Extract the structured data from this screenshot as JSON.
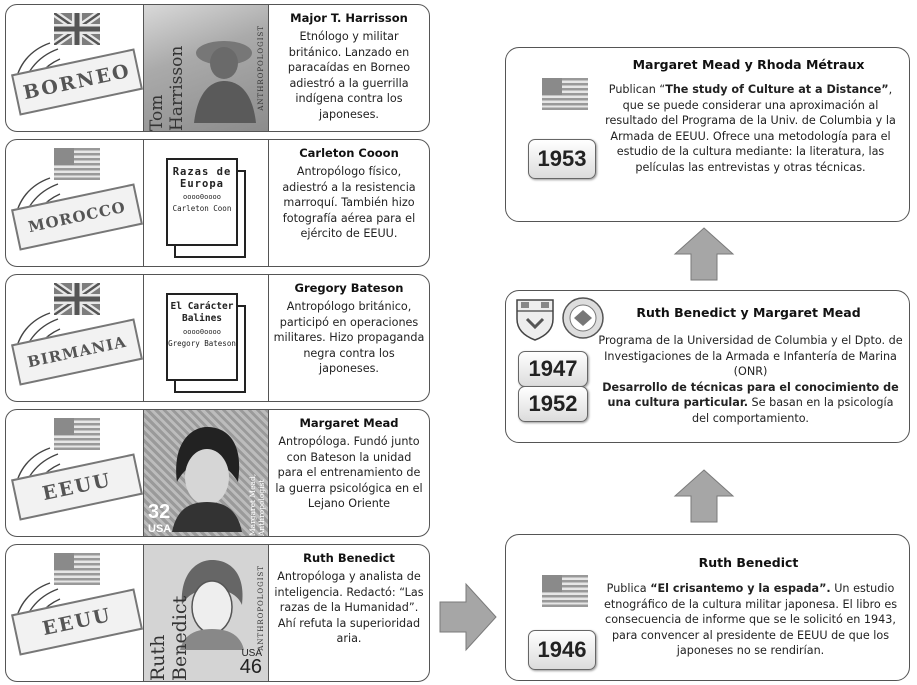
{
  "cards": [
    {
      "stamp": "BORNEO",
      "flag": "uk",
      "title": "Major T. Harrisson",
      "desc": "Etnólogo y militar británico. Lanzado en paracaídas en Borneo adiestró a la guerrilla indígena contra los japoneses.",
      "image_text": "Tom Harrisson",
      "image_sub": "ANTHROPOLOGIST"
    },
    {
      "stamp": "MOROCCO",
      "flag": "us",
      "title": "Carleton Cooon",
      "desc": "Antropólogo físico, adiestró a la resistencia marroquí. También hizo fotografía aérea para el ejército de EEUU.",
      "book": {
        "title": "Razas de Europa",
        "dots": "oooo0oooo",
        "author": "Carleton Coon"
      }
    },
    {
      "stamp": "BIRMANIA",
      "flag": "uk",
      "title": "Gregory Bateson",
      "desc": "Antropólogo británico, participó en operaciones militares. Hizo propaganda negra contra los japoneses.",
      "book": {
        "title": "El Carácter Balines",
        "dots": "oooo0oooo",
        "author": "Gregory Bateson"
      }
    },
    {
      "stamp": "EEUU",
      "flag": "us",
      "title": "Margaret Mead",
      "desc": "Antropóloga. Fundó junto con Bateson la unidad para el entrenamiento de la guerra psicológica en el Lejano Oriente",
      "stamp_value": "32",
      "stamp_country": "USA",
      "image_sub": "Margaret Mead, Anthropologist"
    },
    {
      "stamp": "EEUU",
      "flag": "us",
      "title": "Ruth Benedict",
      "desc": "Antropóloga y analista de inteligencia. Redactó: “Las razas de la Humanidad”. Ahí refuta la superioridad aria.",
      "image_text": "Ruth Benedict",
      "image_sub": "ANTHROPOLOGIST",
      "stamp_country": "USA",
      "stamp_value": "46"
    }
  ],
  "right": {
    "box1": {
      "title": "Margaret Mead y Rhoda  Métraux",
      "year": "1953",
      "desc_pre": "Publican “",
      "desc_bold": "The study of  Culture at a Distance”",
      "desc_post": ", que se puede considerar una aproximación al resultado del Programa de la Univ. de Columbia y la Armada de EEUU. Ofrece una metodología para el estudio de la cultura mediante: la literatura, las películas las entrevistas  y otras técnicas."
    },
    "box2": {
      "title": "Ruth Benedict  y Margaret Mead",
      "year1": "1947",
      "year2": "1952",
      "desc_plain": "Programa de la Universidad de Columbia y el Dpto. de Investigaciones de la Armada e Infantería de Marina (ONR)",
      "desc_bold": "Desarrollo de técnicas para el conocimiento de una cultura particular.",
      "desc_post": " Se basan en la psicología del comportamiento."
    },
    "box3": {
      "title": "Ruth Benedict",
      "year": "1946",
      "desc_pre": "Publica ",
      "desc_bold": "“El crisantemo y la espada”.",
      "desc_post": " Un estudio etnográfico de la cultura militar japonesa. El libro es consecuencia de informe que se le solicitó en 1943, para convencer al presidente de EEUU de que los japoneses no se rendirían."
    }
  },
  "colors": {
    "arrow": "#a6a6a6",
    "border": "#555555"
  }
}
